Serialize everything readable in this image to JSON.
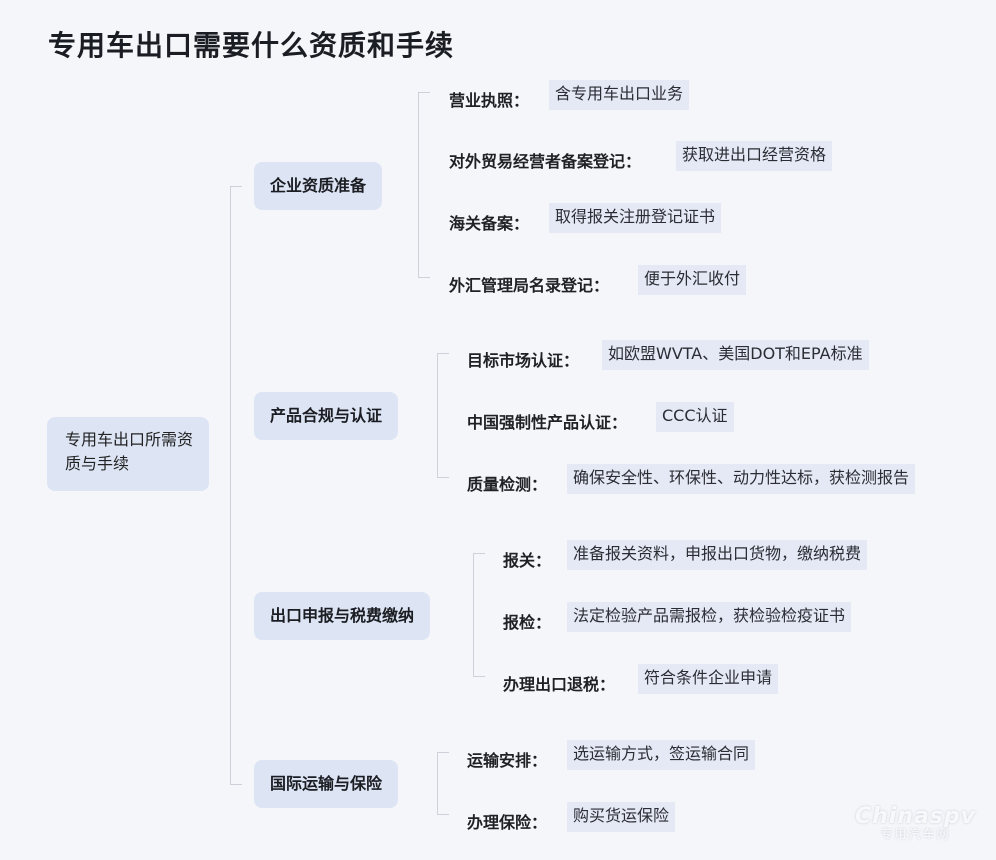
{
  "title": "专用车出口需要什么资质和手续",
  "root": "专用车出口所需资质与手续",
  "categories": [
    {
      "label": "企业资质准备",
      "items": [
        {
          "label": "营业执照：",
          "desc": "含专用车出口业务"
        },
        {
          "label": "对外贸易经营者备案登记：",
          "desc": "获取进出口经营资格"
        },
        {
          "label": "海关备案：",
          "desc": "取得报关注册登记证书"
        },
        {
          "label": "外汇管理局名录登记：",
          "desc": "便于外汇收付"
        }
      ]
    },
    {
      "label": "产品合规与认证",
      "items": [
        {
          "label": "目标市场认证：",
          "desc": "如欧盟WVTA、美国DOT和EPA标准"
        },
        {
          "label": "中国强制性产品认证：",
          "desc": "CCC认证"
        },
        {
          "label": "质量检测：",
          "desc": "确保安全性、环保性、动力性达标，获检测报告"
        }
      ]
    },
    {
      "label": "出口申报与税费缴纳",
      "items": [
        {
          "label": "报关：",
          "desc": "准备报关资料，申报出口货物，缴纳税费"
        },
        {
          "label": "报检：",
          "desc": "法定检验产品需报检，获检验检疫证书"
        },
        {
          "label": "办理出口退税：",
          "desc": "符合条件企业申请"
        }
      ]
    },
    {
      "label": "国际运输与保险",
      "items": [
        {
          "label": "运输安排：",
          "desc": "选运输方式，签运输合同"
        },
        {
          "label": "办理保险：",
          "desc": "购买货运保险"
        }
      ]
    }
  ],
  "watermark": {
    "brand": "Chinaspv",
    "sub": "专用汽车网"
  }
}
